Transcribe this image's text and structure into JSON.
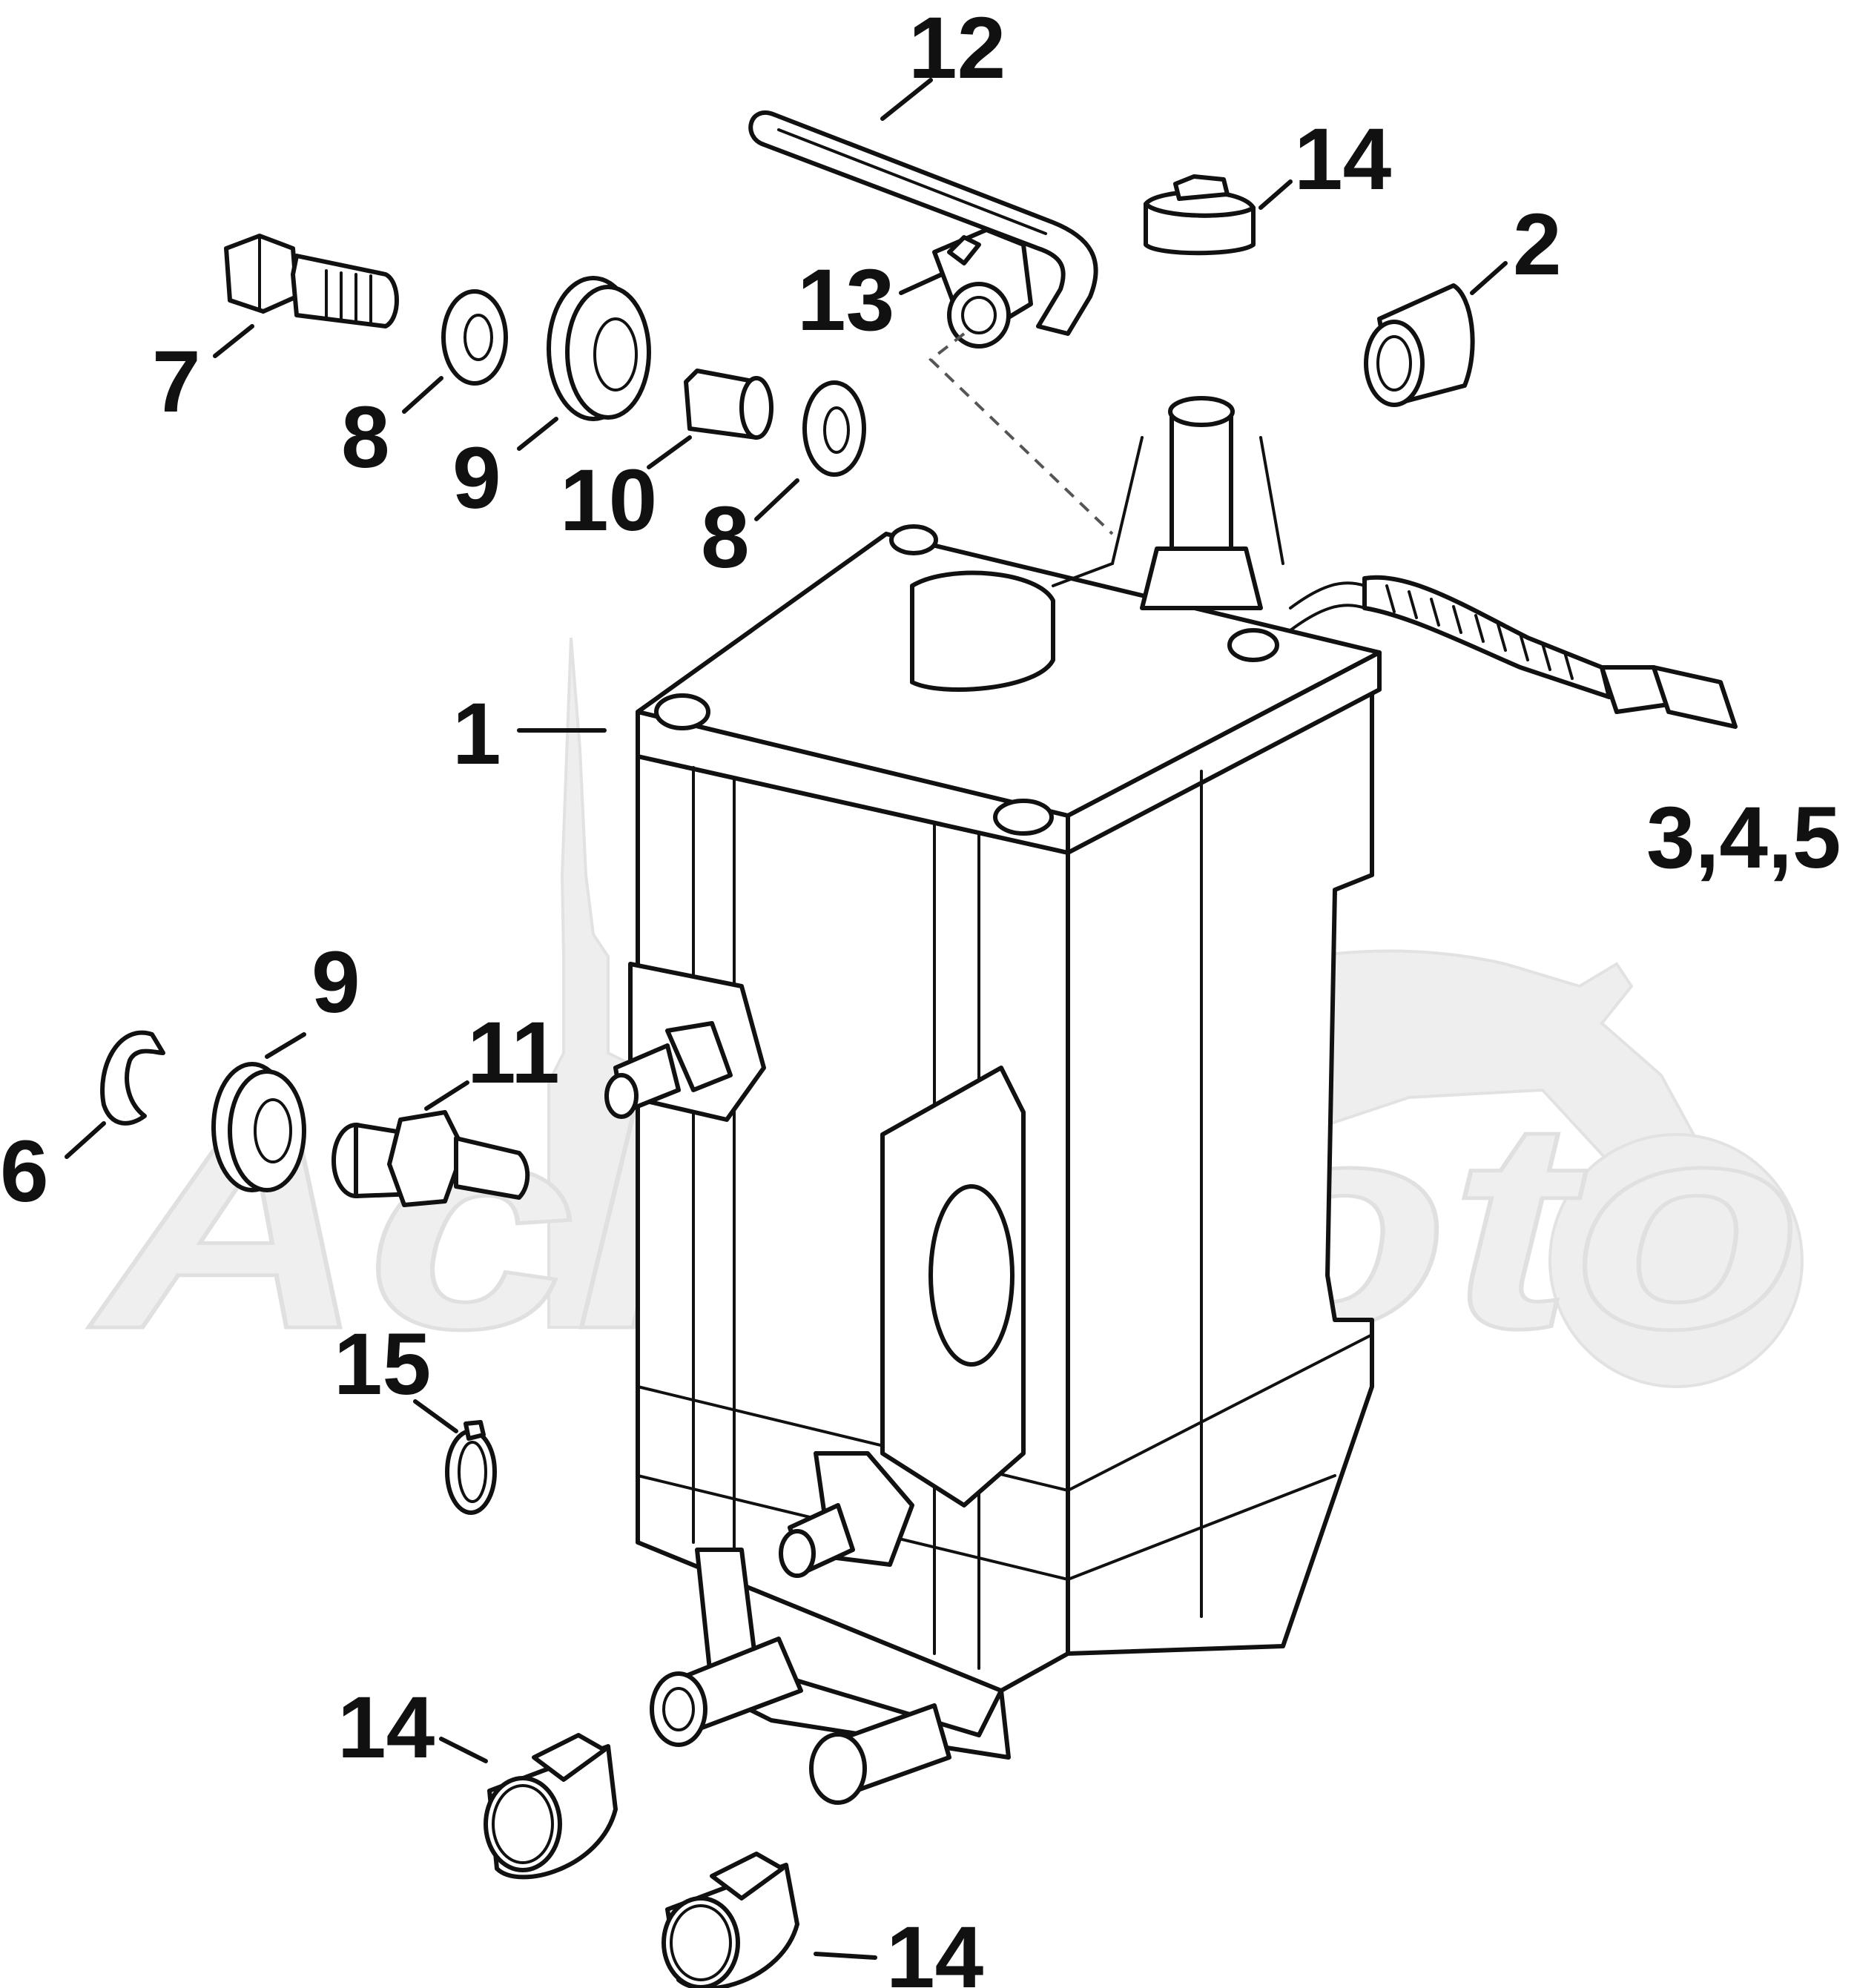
{
  "diagram": {
    "callouts": {
      "c1": "1",
      "c2": "2",
      "c345": "3,4,5",
      "c6": "6",
      "c7": "7",
      "c8a": "8",
      "c8b": "8",
      "c9a": "9",
      "c9b": "9",
      "c10": "10",
      "c11": "11",
      "c12": "12",
      "c13": "13",
      "c14a": "14",
      "c14b": "14",
      "c14c": "14",
      "c15": "15"
    },
    "watermark": {
      "text": "AchiMoto"
    },
    "colors": {
      "line": "#111111",
      "background": "#ffffff",
      "watermark": "#eeeeee"
    }
  }
}
